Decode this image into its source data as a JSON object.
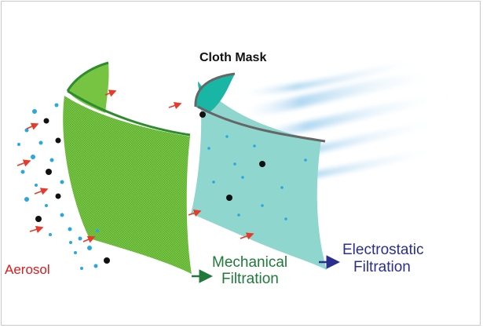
{
  "diagram": {
    "title": "Cloth Mask",
    "labels": {
      "aerosol": "Aerosol",
      "mechanical_line1": "Mechanical",
      "mechanical_line2": "Filtration",
      "electrostatic_line1": "Electrostatic",
      "electrostatic_line2": "Filtration"
    },
    "colors": {
      "outer_layer": "#76c442",
      "outer_layer_edge": "#2e8b2e",
      "inner_layer": "#8fd6cf",
      "inner_layer_top": "#19b5a5",
      "inner_layer_edge": "#666666",
      "aerosol_label": "#e0181b",
      "mechanical_label": "#1f7a3a",
      "electrostatic_label": "#2a2f8f",
      "particle_blue": "#29a8e0",
      "particle_black": "#111111",
      "airflow_arrow": "#e83a2a",
      "airflow": "#b9dcf2"
    },
    "icons": [
      "particle-dot",
      "airflow-arrow",
      "flow-arrow",
      "air-stream"
    ]
  }
}
